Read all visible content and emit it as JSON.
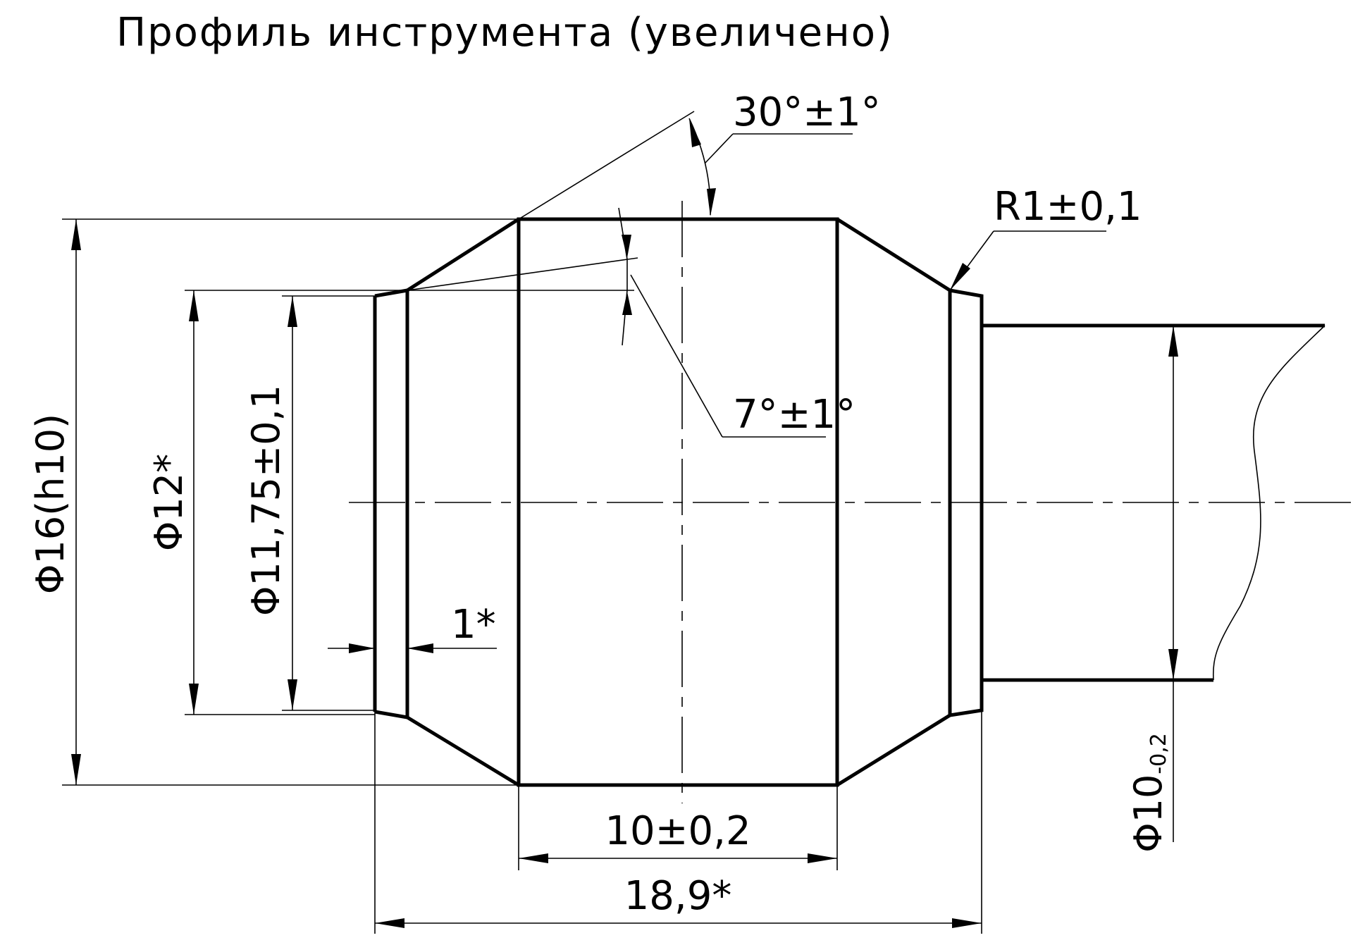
{
  "title": "Профиль инструмента (увеличено)",
  "dimensions": {
    "angle_30": "30°±1°",
    "radius": "R1±0,1",
    "angle_7": "7°±1°",
    "dia_16": "Φ16(h10)",
    "dia_12": "Φ12*",
    "dia_11_75": "Φ11,75±0,1",
    "width_1": "1*",
    "length_10": "10±0,2",
    "length_18_9": "18,9*",
    "dia_10_main": "Φ10",
    "dia_10_tol": "-0,2"
  }
}
